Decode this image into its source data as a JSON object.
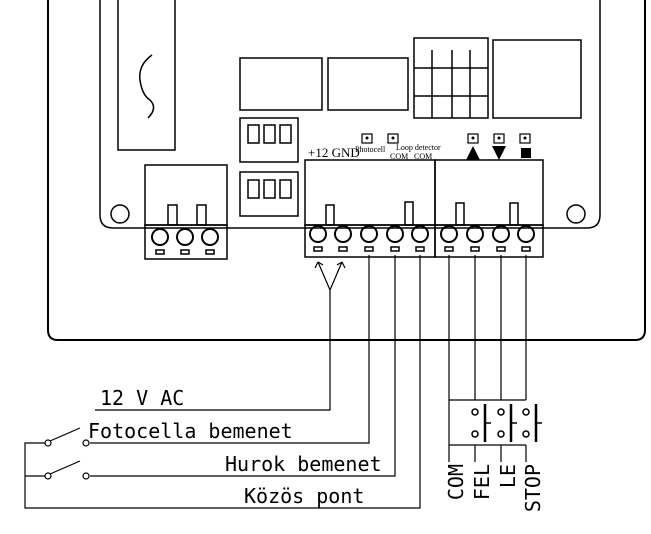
{
  "header": {
    "supply": "+12 GND",
    "photocell": "Photocell",
    "loop": "Loop detector",
    "com1": "COM",
    "com2": "COM"
  },
  "wiring": {
    "ac": "12 V AC",
    "photo_input": "Fotocella bemenet",
    "loop_input": "Hurok bemenet",
    "common": "Közös pont"
  },
  "buttons": {
    "com": "COM",
    "up": "FEL",
    "down": "LE",
    "stop": "STOP"
  },
  "icons": [
    "up-triangle-icon",
    "down-triangle-icon",
    "stop-square-icon"
  ]
}
